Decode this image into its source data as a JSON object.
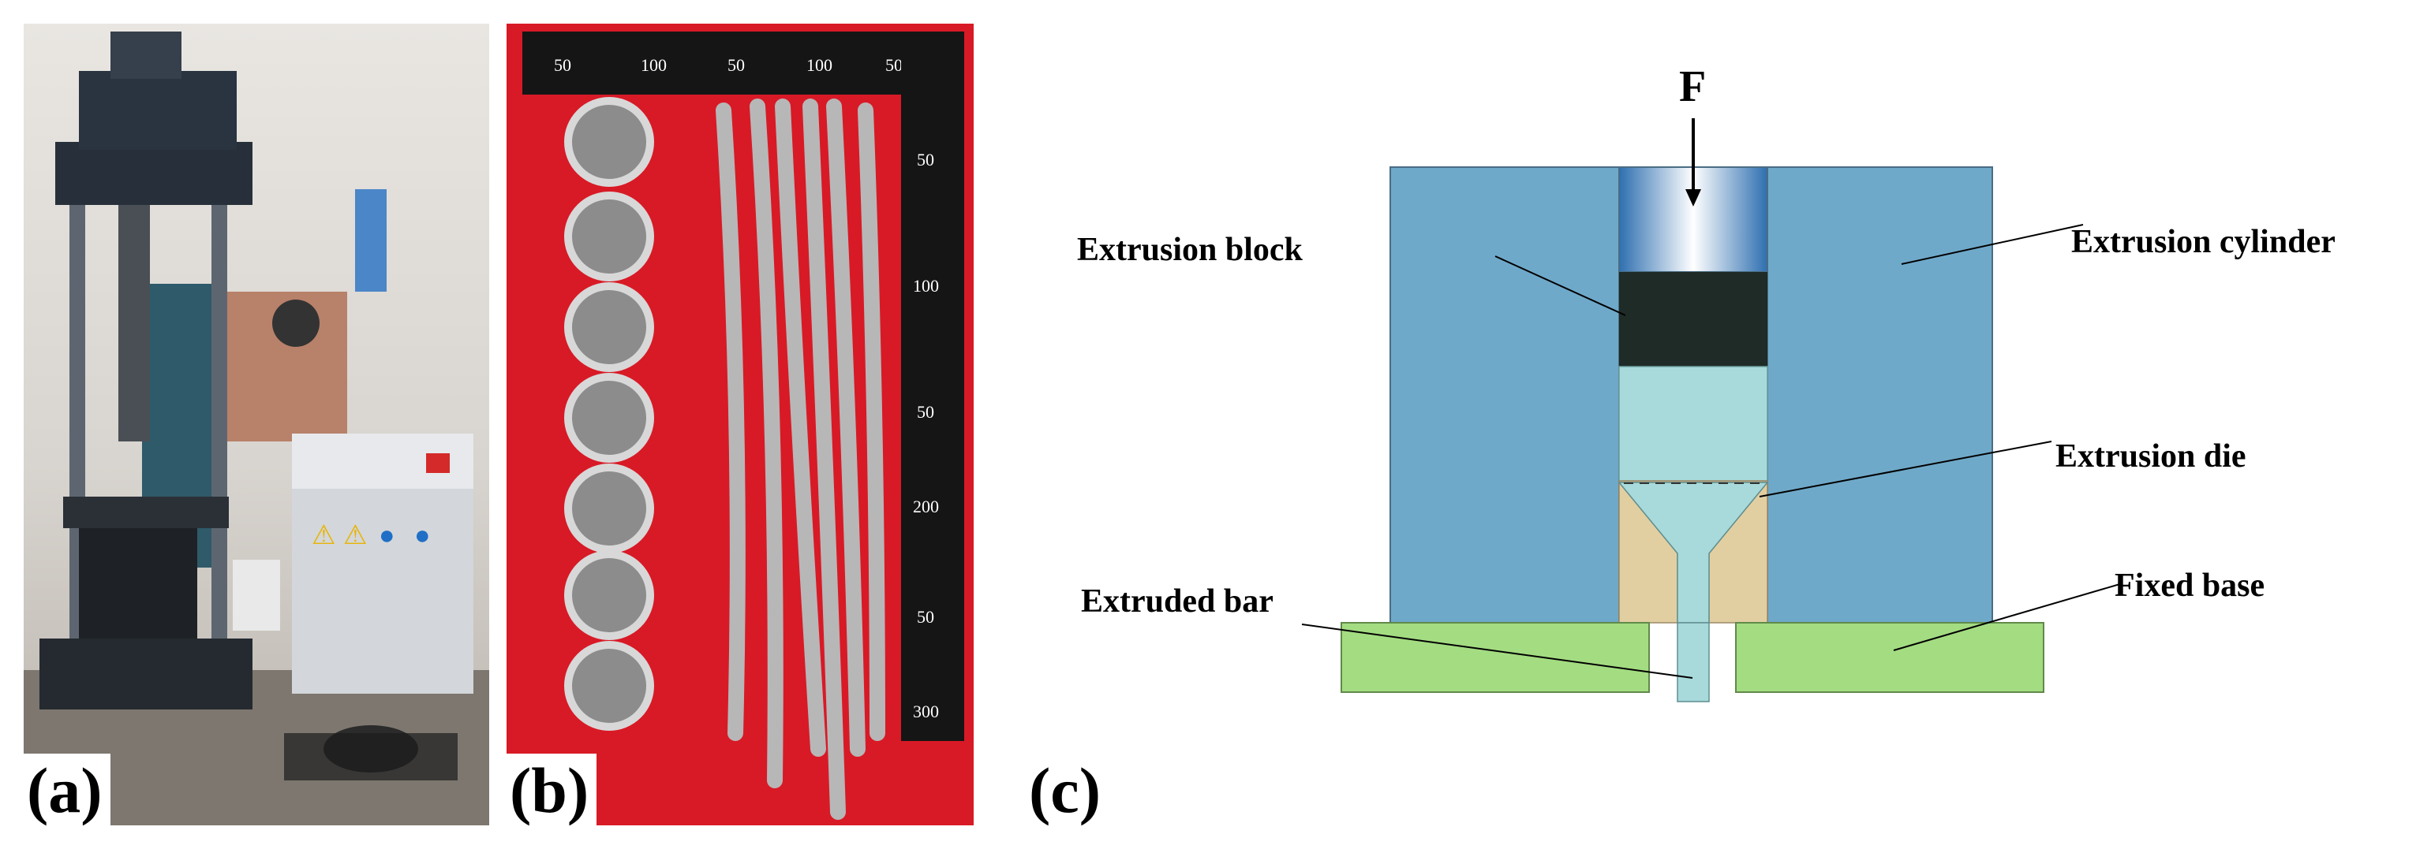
{
  "labels": {
    "a": "(a)",
    "b": "(b)",
    "c": "(c)"
  },
  "photo_a": {
    "equipment_signs": [
      "⚠",
      "⚠",
      "●",
      "●"
    ]
  },
  "photo_b": {
    "ruler_top_ticks": [
      "50",
      "100",
      "50",
      "100",
      "50"
    ],
    "ruler_side_ticks": [
      "50",
      "100",
      "50",
      "200",
      "50",
      "300"
    ]
  },
  "diagram": {
    "force_label": "F",
    "annotations": {
      "extrusion_block": "Extrusion block",
      "extrusion_cylinder": "Extrusion cylinder",
      "extrusion_die": "Extrusion die",
      "extruded_bar": "Extruded bar",
      "fixed_base": "Fixed base"
    },
    "colors": {
      "cylinder": "#6fa9c9",
      "block": "#1f2b26",
      "billet": "#a9dadb",
      "die": "#e2cfa1",
      "base": "#a4dc82",
      "punch_top": "#2e6fb0"
    }
  }
}
